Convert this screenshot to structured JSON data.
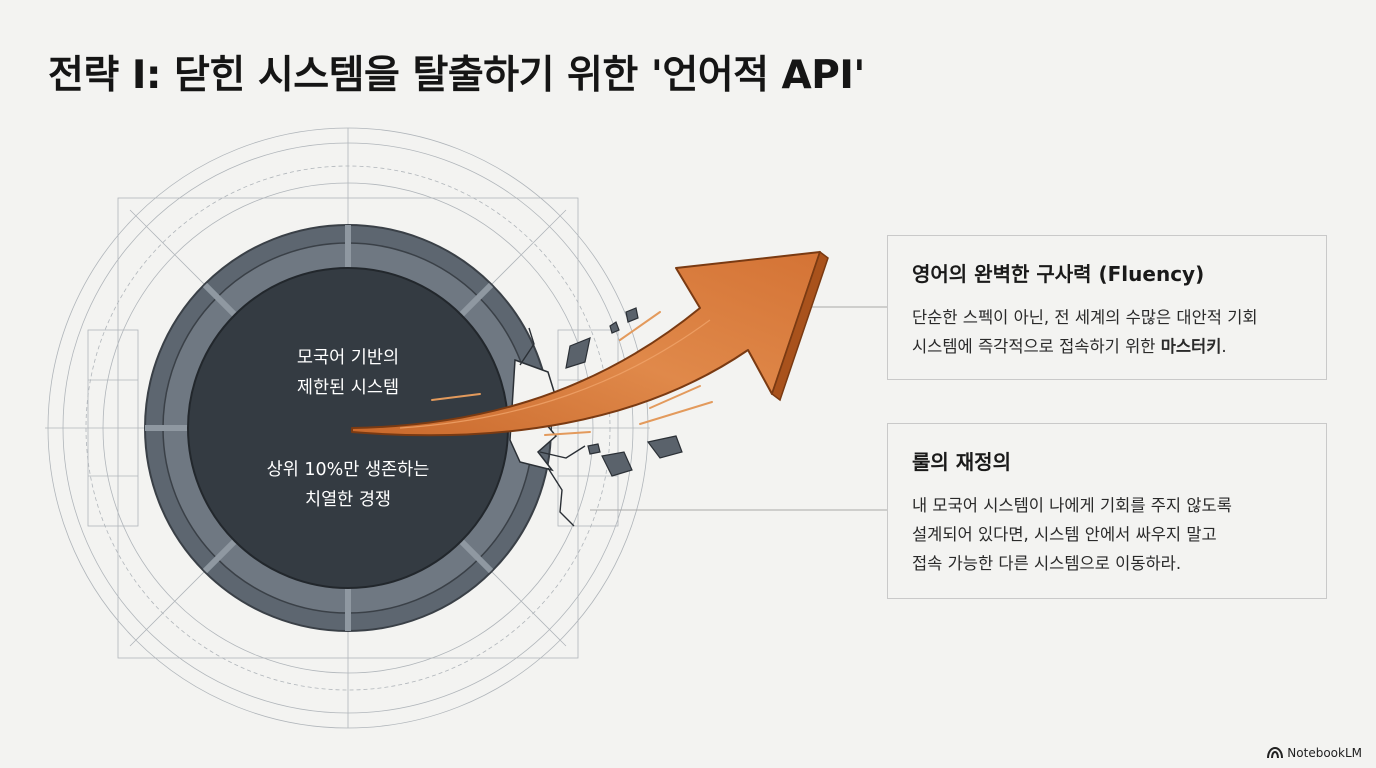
{
  "title": "전략 I: 닫힌 시스템을 탈출하기 위한 '언어적 API'",
  "inner_circle": {
    "line1a": "모국어 기반의",
    "line1b": "제한된 시스템",
    "line2a": "상위 10%만 생존하는",
    "line2b": "치열한 경쟁"
  },
  "card_fluency": {
    "heading": "영어의 완벽한 구사력 (Fluency)",
    "line1": "단순한 스펙이 아닌, 전 세계의 수많은 대안적 기회",
    "line2_plain": "시스템에 즉각적으로 접속하기 위한 ",
    "line2_bold": "마스터키",
    "line2_end": "."
  },
  "card_rules": {
    "heading": "룰의 재정의",
    "line1": "내 모국어 시스템이 나에게 기회를 주지 않도록",
    "line2": "설계되어 있다면, 시스템 안에서 싸우지 말고",
    "line3": "접속 가능한 다른 시스템으로 이동하라."
  },
  "brand": {
    "icon": "notebooklm-logo-icon",
    "label": "NotebookLM"
  },
  "colors": {
    "arrow": "#d97f3e",
    "ring": "#5d6670",
    "core": "#343b42"
  }
}
